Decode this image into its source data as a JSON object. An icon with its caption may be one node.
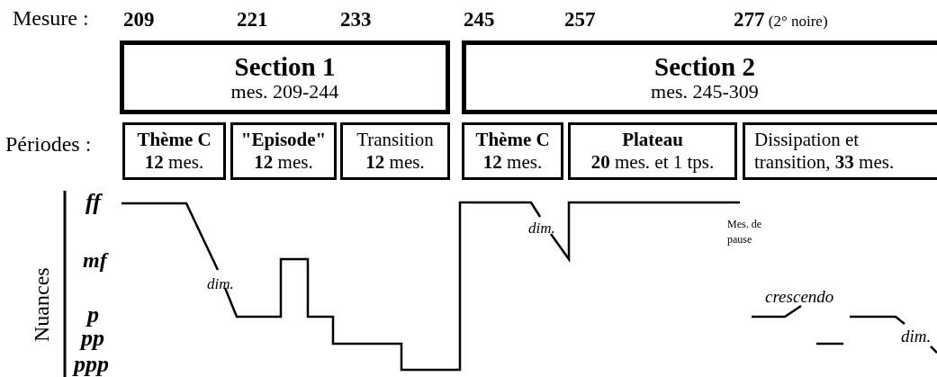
{
  "diagram": {
    "nodes": [
      {
        "text": [
          "Section 1",
          "mes. 209-244"
        ]
      },
      {
        "text": [
          "Section 2",
          "mes. 245-309"
        ]
      },
      {
        "text": [
          "Thème C",
          "**12** mes."
        ]
      },
      {
        "text": [
          "\"Episode\"",
          "**12** mes."
        ]
      },
      {
        "text": [
          "Transition",
          "**12** mes."
        ]
      },
      {
        "text": [
          "Thème C",
          "**12** mes."
        ]
      },
      {
        "text": [
          "Plateau",
          "**20** mes. et 1 tps."
        ]
      },
      {
        "text": [
          "Dissipation et transition, **33** mes."
        ]
      }
    ],
    "labels": [
      "Mesure :",
      "209",
      "221",
      "233",
      "245",
      "257",
      "**277** (2° noire)",
      "Périodes :",
      "Nuances",
      "ff",
      "mf",
      "p",
      "pp",
      "ppp",
      "dim.",
      "dim.",
      "Mes. de pause",
      "crescendo",
      "dim."
    ]
  }
}
